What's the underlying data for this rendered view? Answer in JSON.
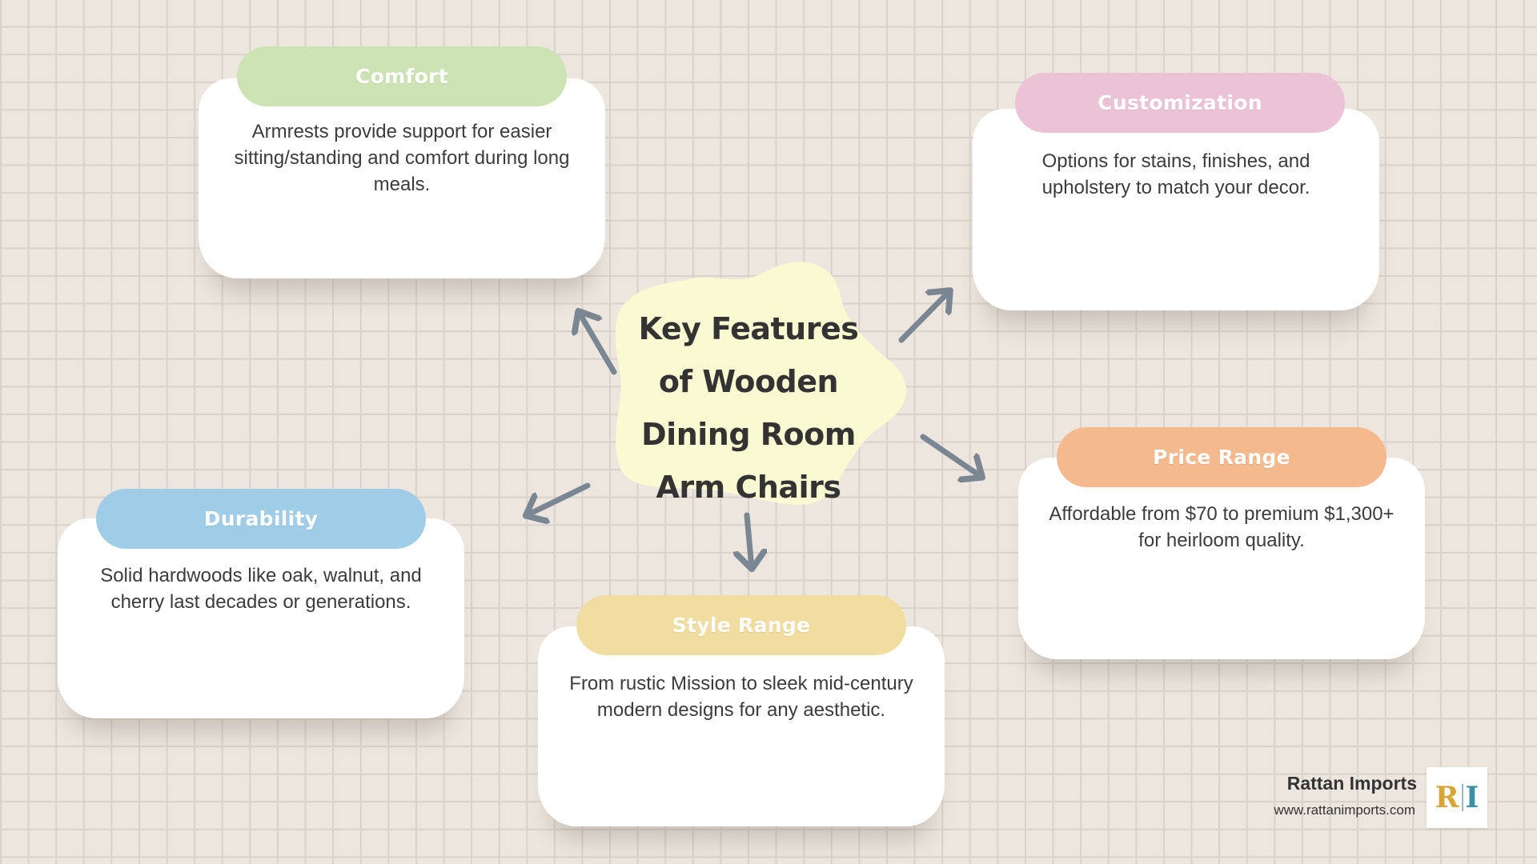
{
  "title": "Key Features of Wooden Dining Room Arm Chairs",
  "colors": {
    "comfort": "#cde3b3",
    "customization": "#ecc2d5",
    "durability": "#9fcde8",
    "style_range": "#f1dd9f",
    "price_range": "#f5b98e",
    "center_blob": "#fafad2",
    "arrow": "#7a8793"
  },
  "features": {
    "comfort": {
      "label": "Comfort",
      "text": "Armrests provide support for easier sitting/standing and comfort during long meals."
    },
    "customization": {
      "label": "Customization",
      "text": "Options for stains, finishes, and upholstery to match your decor."
    },
    "durability": {
      "label": "Durability",
      "text": "Solid hardwoods like oak, walnut, and cherry last decades or generations."
    },
    "style_range": {
      "label": "Style Range",
      "text": "From rustic Mission to sleek mid-century modern designs for any aesthetic."
    },
    "price_range": {
      "label": "Price Range",
      "text": "Affordable from $70 to premium $1,300+ for heirloom quality."
    }
  },
  "brand": {
    "name": "Rattan Imports",
    "url": "www.rattanimports.com",
    "logo_icon": "ri-monogram-icon"
  }
}
